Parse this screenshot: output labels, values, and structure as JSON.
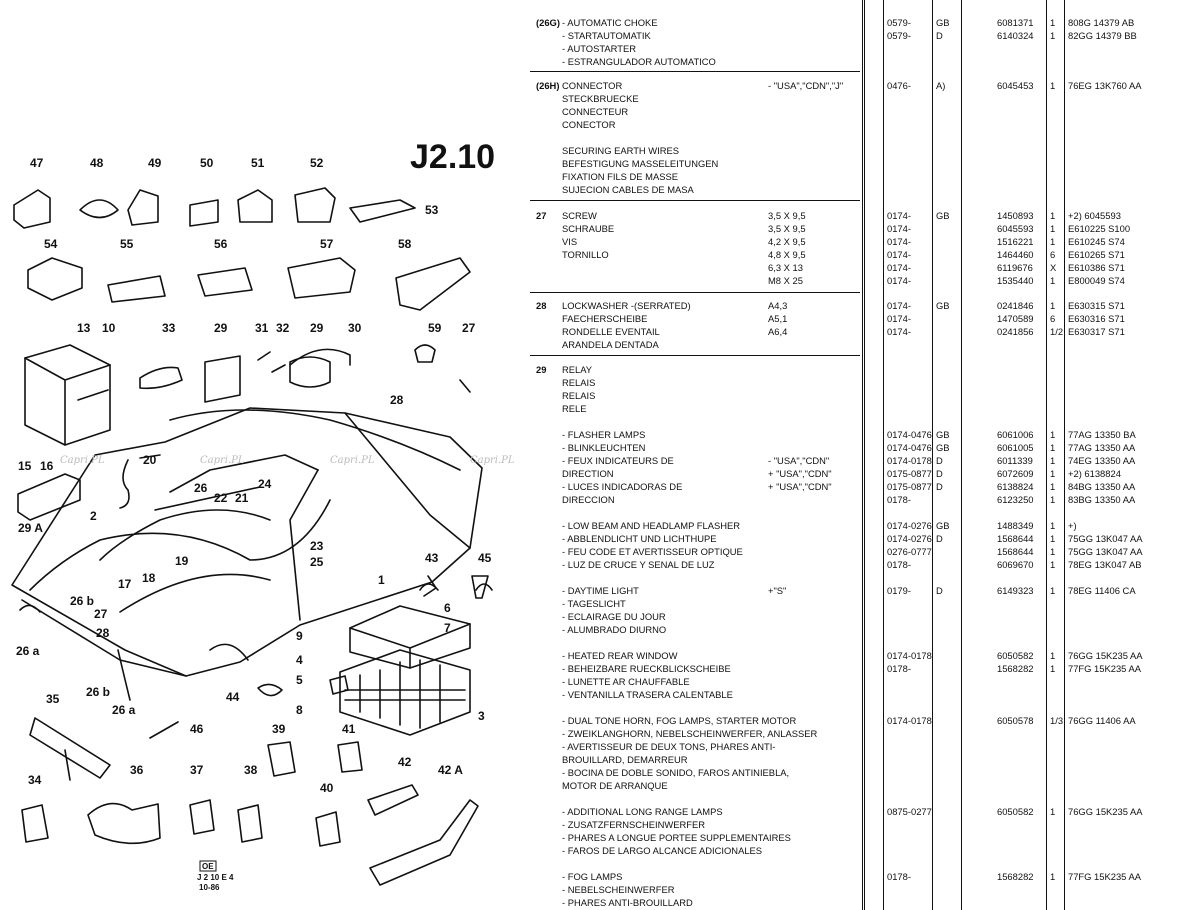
{
  "page": {
    "code": "J2.10",
    "stamp_lines": [
      "OE",
      "J 2 10 E 4",
      "10-86"
    ],
    "watermark": "Capri.PL"
  },
  "callouts": [
    "47",
    "48",
    "49",
    "50",
    "51",
    "52",
    "53",
    "54",
    "55",
    "56",
    "57",
    "58",
    "13",
    "10",
    "33",
    "29",
    "31",
    "32",
    "29",
    "30",
    "59",
    "27",
    "28",
    "15",
    "16",
    "20",
    "29 A",
    "26",
    "22",
    "21",
    "24",
    "2",
    "23",
    "25",
    "19",
    "17",
    "18",
    "1",
    "43",
    "45",
    "26 b",
    "27",
    "6",
    "28",
    "7",
    "9",
    "4",
    "5",
    "8",
    "3",
    "26 a",
    "26 b",
    "26 a",
    "44",
    "35",
    "46",
    "39",
    "41",
    "34",
    "36",
    "37",
    "38",
    "40",
    "42",
    "42 A"
  ],
  "rows": [
    {
      "ref": "(26G)",
      "desc": "- AUTOMATIC CHOKE",
      "spec": "",
      "range": "0579-",
      "cc": "GB",
      "pn": "6081371",
      "qty": "1",
      "oem": "808G 14379 AB"
    },
    {
      "ref": "",
      "desc": "- STARTAUTOMATIK",
      "spec": "",
      "range": "0579-",
      "cc": "D",
      "pn": "6140324",
      "qty": "1",
      "oem": "82GG 14379 BB"
    },
    {
      "ref": "",
      "desc": "- AUTOSTARTER",
      "spec": "",
      "range": "",
      "cc": "",
      "pn": "",
      "qty": "",
      "oem": ""
    },
    {
      "ref": "",
      "desc": "- ESTRANGULADOR AUTOMATICO",
      "spec": "",
      "range": "",
      "cc": "",
      "pn": "",
      "qty": "",
      "oem": ""
    },
    {
      "ref": "(26H)",
      "desc": "CONNECTOR",
      "spec": "- \"USA\",\"CDN\",\"J\"",
      "range": "0476-",
      "cc": "A)",
      "pn": "6045453",
      "qty": "1",
      "oem": "76EG 13K760 AA"
    },
    {
      "ref": "",
      "desc": "STECKBRUECKE",
      "spec": "",
      "range": "",
      "cc": "",
      "pn": "",
      "qty": "",
      "oem": ""
    },
    {
      "ref": "",
      "desc": "CONNECTEUR",
      "spec": "",
      "range": "",
      "cc": "",
      "pn": "",
      "qty": "",
      "oem": ""
    },
    {
      "ref": "",
      "desc": "CONECTOR",
      "spec": "",
      "range": "",
      "cc": "",
      "pn": "",
      "qty": "",
      "oem": ""
    },
    {
      "ref": "",
      "desc": "SECURING EARTH WIRES",
      "spec": "",
      "range": "",
      "cc": "",
      "pn": "",
      "qty": "",
      "oem": ""
    },
    {
      "ref": "",
      "desc": "BEFESTIGUNG MASSELEITUNGEN",
      "spec": "",
      "range": "",
      "cc": "",
      "pn": "",
      "qty": "",
      "oem": ""
    },
    {
      "ref": "",
      "desc": "FIXATION FILS DE MASSE",
      "spec": "",
      "range": "",
      "cc": "",
      "pn": "",
      "qty": "",
      "oem": ""
    },
    {
      "ref": "",
      "desc": "SUJECION CABLES DE MASA",
      "spec": "",
      "range": "",
      "cc": "",
      "pn": "",
      "qty": "",
      "oem": ""
    },
    {
      "ref": "27",
      "desc": "SCREW",
      "spec": "3,5 X 9,5",
      "range": "0174-",
      "cc": "GB",
      "pn": "1450893",
      "qty": "1",
      "oem": "+2) 6045593"
    },
    {
      "ref": "",
      "desc": "SCHRAUBE",
      "spec": "3,5 X 9,5",
      "range": "0174-",
      "cc": "",
      "pn": "6045593",
      "qty": "1",
      "oem": "E610225 S100"
    },
    {
      "ref": "",
      "desc": "VIS",
      "spec": "4,2 X 9,5",
      "range": "0174-",
      "cc": "",
      "pn": "1516221",
      "qty": "1",
      "oem": "E610245 S74"
    },
    {
      "ref": "",
      "desc": "TORNILLO",
      "spec": "4,8 X 9,5",
      "range": "0174-",
      "cc": "",
      "pn": "1464460",
      "qty": "6",
      "oem": "E610265 S71"
    },
    {
      "ref": "",
      "desc": "",
      "spec": "6,3 X 13",
      "range": "0174-",
      "cc": "",
      "pn": "6119676",
      "qty": "X",
      "oem": "E610386 S71"
    },
    {
      "ref": "",
      "desc": "",
      "spec": "M8 X 25",
      "range": "0174-",
      "cc": "",
      "pn": "1535440",
      "qty": "1",
      "oem": "E800049 S74"
    },
    {
      "ref": "28",
      "desc": "LOCKWASHER -(SERRATED)",
      "spec": "A4,3",
      "range": "0174-",
      "cc": "GB",
      "pn": "0241846",
      "qty": "1",
      "oem": "E630315 S71"
    },
    {
      "ref": "",
      "desc": "FAECHERSCHEIBE",
      "spec": "A5,1",
      "range": "0174-",
      "cc": "",
      "pn": "1470589",
      "qty": "6",
      "oem": "E630316 S71"
    },
    {
      "ref": "",
      "desc": "RONDELLE EVENTAIL",
      "spec": "A6,4",
      "range": "0174-",
      "cc": "",
      "pn": "0241856",
      "qty": "1/2",
      "oem": "E630317 S71"
    },
    {
      "ref": "",
      "desc": "ARANDELA DENTADA",
      "spec": "",
      "range": "",
      "cc": "",
      "pn": "",
      "qty": "",
      "oem": ""
    },
    {
      "ref": "29",
      "desc": "RELAY",
      "spec": "",
      "range": "",
      "cc": "",
      "pn": "",
      "qty": "",
      "oem": ""
    },
    {
      "ref": "",
      "desc": "RELAIS",
      "spec": "",
      "range": "",
      "cc": "",
      "pn": "",
      "qty": "",
      "oem": ""
    },
    {
      "ref": "",
      "desc": "RELAIS",
      "spec": "",
      "range": "",
      "cc": "",
      "pn": "",
      "qty": "",
      "oem": ""
    },
    {
      "ref": "",
      "desc": "RELE",
      "spec": "",
      "range": "",
      "cc": "",
      "pn": "",
      "qty": "",
      "oem": ""
    },
    {
      "ref": "",
      "desc": "- FLASHER LAMPS",
      "spec": "",
      "range": "0174-0476",
      "cc": "GB",
      "pn": "6061006",
      "qty": "1",
      "oem": "77AG 13350 BA"
    },
    {
      "ref": "",
      "desc": "- BLINKLEUCHTEN",
      "spec": "",
      "range": "0174-0476",
      "cc": "GB",
      "pn": "6061005",
      "qty": "1",
      "oem": "77AG 13350 AA"
    },
    {
      "ref": "",
      "desc": "- FEUX INDICATEURS DE",
      "spec": "- \"USA\",\"CDN\"",
      "range": "0174-0178",
      "cc": "D",
      "pn": "6011339",
      "qty": "1",
      "oem": "74EG 13350 AA"
    },
    {
      "ref": "",
      "desc": "  DIRECTION",
      "spec": "+ \"USA\",\"CDN\"",
      "range": "0175-0877",
      "cc": "D",
      "pn": "6072609",
      "qty": "1",
      "oem": "+2) 6138824"
    },
    {
      "ref": "",
      "desc": "- LUCES INDICADORAS DE",
      "spec": "+ \"USA\",\"CDN\"",
      "range": "0175-0877",
      "cc": "D",
      "pn": "6138824",
      "qty": "1",
      "oem": "84BG 13350 AA"
    },
    {
      "ref": "",
      "desc": "  DIRECCION",
      "spec": "",
      "range": "0178-",
      "cc": "",
      "pn": "6123250",
      "qty": "1",
      "oem": "83BG 13350 AA"
    },
    {
      "ref": "",
      "desc": "- LOW BEAM AND HEADLAMP FLASHER",
      "spec": "",
      "range": "0174-0276",
      "cc": "GB",
      "pn": "1488349",
      "qty": "1",
      "oem": "+)"
    },
    {
      "ref": "",
      "desc": "- ABBLENDLICHT UND LICHTHUPE",
      "spec": "",
      "range": "0174-0276",
      "cc": "D",
      "pn": "1568644",
      "qty": "1",
      "oem": "75GG 13K047 AA"
    },
    {
      "ref": "",
      "desc": "- FEU CODE ET AVERTISSEUR OPTIQUE",
      "spec": "",
      "range": "0276-0777",
      "cc": "",
      "pn": "1568644",
      "qty": "1",
      "oem": "75GG 13K047 AA"
    },
    {
      "ref": "",
      "desc": "- LUZ DE CRUCE Y SENAL DE LUZ",
      "spec": "",
      "range": "0178-",
      "cc": "",
      "pn": "6069670",
      "qty": "1",
      "oem": "78EG 13K047 AB"
    },
    {
      "ref": "",
      "desc": "- DAYTIME LIGHT",
      "spec": "+\"S\"",
      "range": "0179-",
      "cc": "D",
      "pn": "6149323",
      "qty": "1",
      "oem": "78EG 11406 CA"
    },
    {
      "ref": "",
      "desc": "- TAGESLICHT",
      "spec": "",
      "range": "",
      "cc": "",
      "pn": "",
      "qty": "",
      "oem": ""
    },
    {
      "ref": "",
      "desc": "- ECLAIRAGE DU JOUR",
      "spec": "",
      "range": "",
      "cc": "",
      "pn": "",
      "qty": "",
      "oem": ""
    },
    {
      "ref": "",
      "desc": "- ALUMBRADO DIURNO",
      "spec": "",
      "range": "",
      "cc": "",
      "pn": "",
      "qty": "",
      "oem": ""
    },
    {
      "ref": "",
      "desc": "- HEATED REAR WINDOW",
      "spec": "",
      "range": "0174-0178",
      "cc": "",
      "pn": "6050582",
      "qty": "1",
      "oem": "76GG 15K235 AA"
    },
    {
      "ref": "",
      "desc": "- BEHEIZBARE RUECKBLICKSCHEIBE",
      "spec": "",
      "range": "0178-",
      "cc": "",
      "pn": "1568282",
      "qty": "1",
      "oem": "77FG 15K235 AA"
    },
    {
      "ref": "",
      "desc": "- LUNETTE AR CHAUFFABLE",
      "spec": "",
      "range": "",
      "cc": "",
      "pn": "",
      "qty": "",
      "oem": ""
    },
    {
      "ref": "",
      "desc": "- VENTANILLA TRASERA CALENTABLE",
      "spec": "",
      "range": "",
      "cc": "",
      "pn": "",
      "qty": "",
      "oem": ""
    },
    {
      "ref": "",
      "desc": "- DUAL TONE HORN, FOG LAMPS, STARTER MOTOR",
      "spec": "",
      "range": "0174-0178",
      "cc": "",
      "pn": "6050578",
      "qty": "1/3",
      "oem": "76GG 11406 AA"
    },
    {
      "ref": "",
      "desc": "- ZWEIKLANGHORN, NEBELSCHEINWERFER, ANLASSER",
      "spec": "",
      "range": "",
      "cc": "",
      "pn": "",
      "qty": "",
      "oem": ""
    },
    {
      "ref": "",
      "desc": "- AVERTISSEUR DE DEUX TONS, PHARES ANTI-",
      "spec": "",
      "range": "",
      "cc": "",
      "pn": "",
      "qty": "",
      "oem": ""
    },
    {
      "ref": "",
      "desc": "  BROUILLARD, DEMARREUR",
      "spec": "",
      "range": "",
      "cc": "",
      "pn": "",
      "qty": "",
      "oem": ""
    },
    {
      "ref": "",
      "desc": "- BOCINA DE DOBLE SONIDO, FAROS ANTINIEBLA,",
      "spec": "",
      "range": "",
      "cc": "",
      "pn": "",
      "qty": "",
      "oem": ""
    },
    {
      "ref": "",
      "desc": "  MOTOR DE ARRANQUE",
      "spec": "",
      "range": "",
      "cc": "",
      "pn": "",
      "qty": "",
      "oem": ""
    },
    {
      "ref": "",
      "desc": "- ADDITIONAL LONG RANGE LAMPS",
      "spec": "",
      "range": "0875-0277",
      "cc": "",
      "pn": "6050582",
      "qty": "1",
      "oem": "76GG 15K235 AA"
    },
    {
      "ref": "",
      "desc": "- ZUSATZFERNSCHEINWERFER",
      "spec": "",
      "range": "",
      "cc": "",
      "pn": "",
      "qty": "",
      "oem": ""
    },
    {
      "ref": "",
      "desc": "- PHARES A LONGUE PORTEE SUPPLEMENTAIRES",
      "spec": "",
      "range": "",
      "cc": "",
      "pn": "",
      "qty": "",
      "oem": ""
    },
    {
      "ref": "",
      "desc": "- FAROS DE LARGO ALCANCE ADICIONALES",
      "spec": "",
      "range": "",
      "cc": "",
      "pn": "",
      "qty": "",
      "oem": ""
    },
    {
      "ref": "",
      "desc": "- FOG LAMPS",
      "spec": "",
      "range": "0178-",
      "cc": "",
      "pn": "1568282",
      "qty": "1",
      "oem": "77FG 15K235 AA"
    },
    {
      "ref": "",
      "desc": "- NEBELSCHEINWERFER",
      "spec": "",
      "range": "",
      "cc": "",
      "pn": "",
      "qty": "",
      "oem": ""
    },
    {
      "ref": "",
      "desc": "- PHARES ANTI-BROUILLARD",
      "spec": "",
      "range": "",
      "cc": "",
      "pn": "",
      "qty": "",
      "oem": ""
    }
  ]
}
